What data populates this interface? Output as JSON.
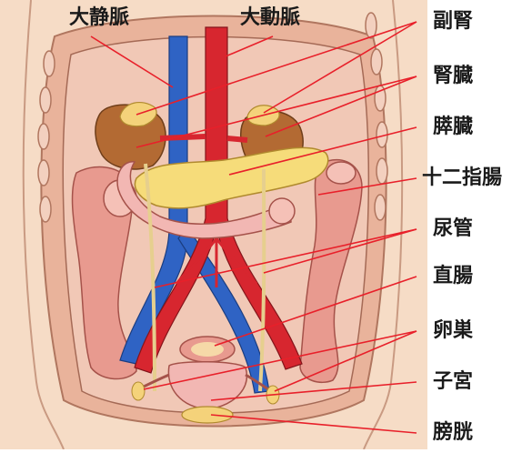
{
  "labels_top": {
    "vena_cava": "大静脈",
    "aorta": "大動脈"
  },
  "labels_right": [
    {
      "key": "adrenal",
      "text": "副腎"
    },
    {
      "key": "kidney",
      "text": "腎臓"
    },
    {
      "key": "pancreas",
      "text": "膵臓"
    },
    {
      "key": "duodenum",
      "text": "十二指腸"
    },
    {
      "key": "ureter",
      "text": "尿管"
    },
    {
      "key": "rectum",
      "text": "直腸"
    },
    {
      "key": "ovary",
      "text": "卵巣"
    },
    {
      "key": "uterus",
      "text": "子宮"
    },
    {
      "key": "bladder",
      "text": "膀胱"
    }
  ],
  "colors": {
    "leader_line": "#e8202a",
    "vein": "#2f63c4",
    "artery": "#d7262f",
    "skin": "#f6dcc6",
    "cavity": "#f2cbb8",
    "colon": "#e89a8f",
    "kidney": "#b36a33",
    "adrenal": "#f4d27a",
    "pancreas": "#f6dc7a",
    "duodenum": "#f2b7b3"
  }
}
